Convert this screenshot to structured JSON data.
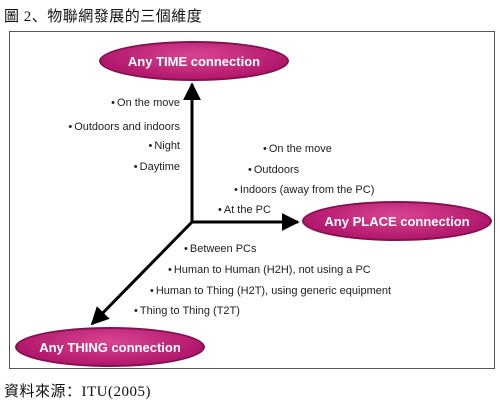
{
  "figure": {
    "title": "圖 2、物聯網發展的三個維度",
    "source": "資料來源：ITU(2005)"
  },
  "diagram": {
    "nodes": {
      "time": "Any TIME connection",
      "place": "Any PLACE connection",
      "thing": "Any THING connection"
    },
    "time_items": [
      "On the move",
      "Outdoors and indoors",
      "Night",
      "Daytime"
    ],
    "place_items": [
      "On the move",
      "Outdoors",
      "Indoors (away from the PC)",
      "At the PC"
    ],
    "thing_items": [
      "Between PCs",
      "Human to Human (H2H), not using a PC",
      "Human to Thing (H2T), using generic equipment",
      "Thing to Thing (T2T)"
    ],
    "colors": {
      "node_fill": "#b3186c",
      "node_border": "#80124e",
      "arrow": "#000000"
    },
    "bullet_glyph": "•"
  }
}
